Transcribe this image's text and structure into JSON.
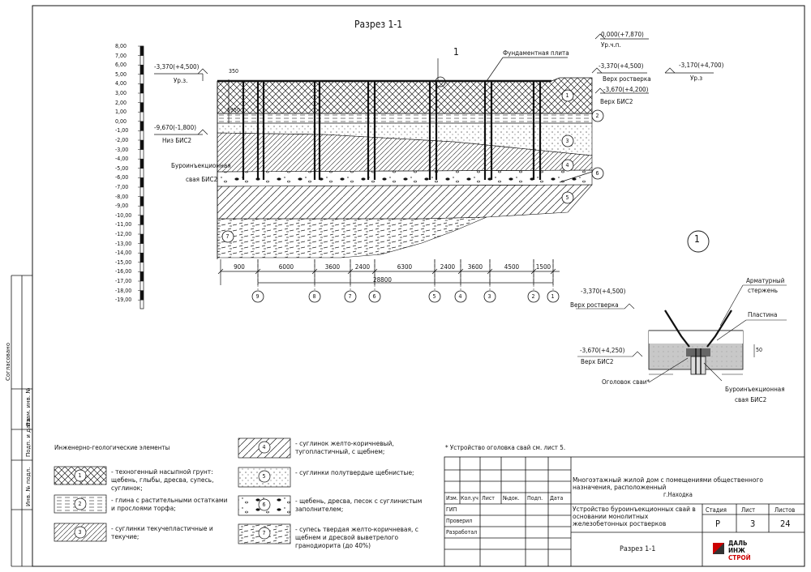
{
  "sheet": {
    "title": "Разрез 1-1",
    "callout_mark": "1",
    "detail_mark": "1",
    "label_foundation_plate": "Фундаментная плита",
    "label_pile_left_1": "Буроинъекционная",
    "label_pile_left_2": "свая БИС2"
  },
  "elevations": {
    "left_top_value": "-3,370(+4,500)",
    "left_top_name": "Ур.з.",
    "left_bottom_value": "-9,670(-1,800)",
    "left_bottom_name": "Низ БИС2",
    "right_zero_value": "0,000(+7,870)",
    "right_zero_name": "Ур.ч.п.",
    "right_grillage_value": "-3,370(+4,500)",
    "right_grillage_name": "Верх ростверка",
    "right_bis_value": "-3,670(+4,200)",
    "right_bis_name": "Верх БИС2",
    "far_right_value": "-3,170(+4,700)",
    "far_right_name": "Ур.з"
  },
  "section_dims": {
    "d350": "350",
    "d5950": "5950"
  },
  "scale_ticks": [
    "8,00",
    "7,00",
    "6,00",
    "5,00",
    "4,00",
    "3,00",
    "2,00",
    "1,00",
    "0,00",
    "-1,00",
    "-2,00",
    "-3,00",
    "-4,00",
    "-5,00",
    "-6,00",
    "-7,00",
    "-8,00",
    "-9,00",
    "-10,00",
    "-11,00",
    "-12,00",
    "-13,00",
    "-14,00",
    "-15,00",
    "-16,00",
    "-17,00",
    "-18,00",
    "-19,00"
  ],
  "layer_marks": [
    "1",
    "2",
    "3",
    "4",
    "6",
    "5",
    "7"
  ],
  "dimensions": {
    "spans": [
      "900",
      "6000",
      "3600",
      "2400",
      "6300",
      "2400",
      "3600",
      "4500",
      "1500"
    ],
    "total": "28800"
  },
  "axes": [
    "9",
    "8",
    "7",
    "6",
    "5",
    "4",
    "3",
    "2",
    "1"
  ],
  "detail": {
    "label_rebar_1": "Арматурный",
    "label_rebar_2": "стержень",
    "label_plate": "Пластина",
    "grillage_value": "-3,370(+4,500)",
    "grillage_name": "Верх ростверка",
    "bis_value": "-3,670(+4,250)",
    "bis_name": "Верх БИС2",
    "label_pile_head": "Оголовок сваи*",
    "label_pile_1": "Буроинъекционная",
    "label_pile_2": "свая БИС2",
    "dim_50": "50"
  },
  "note": "* Устройство оголовка свай см. лист 5.",
  "legend": {
    "title": "Инженерно-геологические элементы",
    "items": [
      {
        "num": "1",
        "text": "- техногенный насыпной грунт: щебень, глыбы, дресва, супесь, суглинок;"
      },
      {
        "num": "2",
        "text": "- глина с растительными остатками и прослоями торфа;"
      },
      {
        "num": "3",
        "text": "- суглинки текучепластичные и текучие;"
      },
      {
        "num": "4",
        "text": "- суглинок желто-коричневый, тугопластичный, с щебнем;"
      },
      {
        "num": "5",
        "text": "- суглинки полутвердые щебнистые;"
      },
      {
        "num": "6",
        "text": "- щебень, дресва, песок с суглинистым заполнителем;"
      },
      {
        "num": "7",
        "text": "- супесь твердая желто-коричневая, с щебнем и дресвой выветрелого гранодиорита (до 40%)"
      }
    ]
  },
  "stamp": {
    "project": "Многоэтажный жилой дом с помещениями общественного назначения, расположенный",
    "city": "г.Находка",
    "headers": [
      "Изм.",
      "Кол.уч",
      "Лист",
      "№док.",
      "Подп.",
      "Дата"
    ],
    "roles": [
      "ГИП",
      "Проверил",
      "Разработал"
    ],
    "work_title": "Устройство буроинъекционных свай в основании монолитных железобетонных ростверков",
    "col_stage": "Стадия",
    "col_sheet": "Лист",
    "col_sheets": "Листов",
    "stage": "Р",
    "sheet": "3",
    "sheets": "24",
    "drawing_title": "Разрез 1-1",
    "company_1": "ДАЛЬ",
    "company_2": "ИНЖ",
    "company_3": "СТРОЙ"
  },
  "side_labels": [
    "Согласовано",
    "Взам. инв. №",
    "Подп. и дата",
    "Инв. № подл."
  ]
}
